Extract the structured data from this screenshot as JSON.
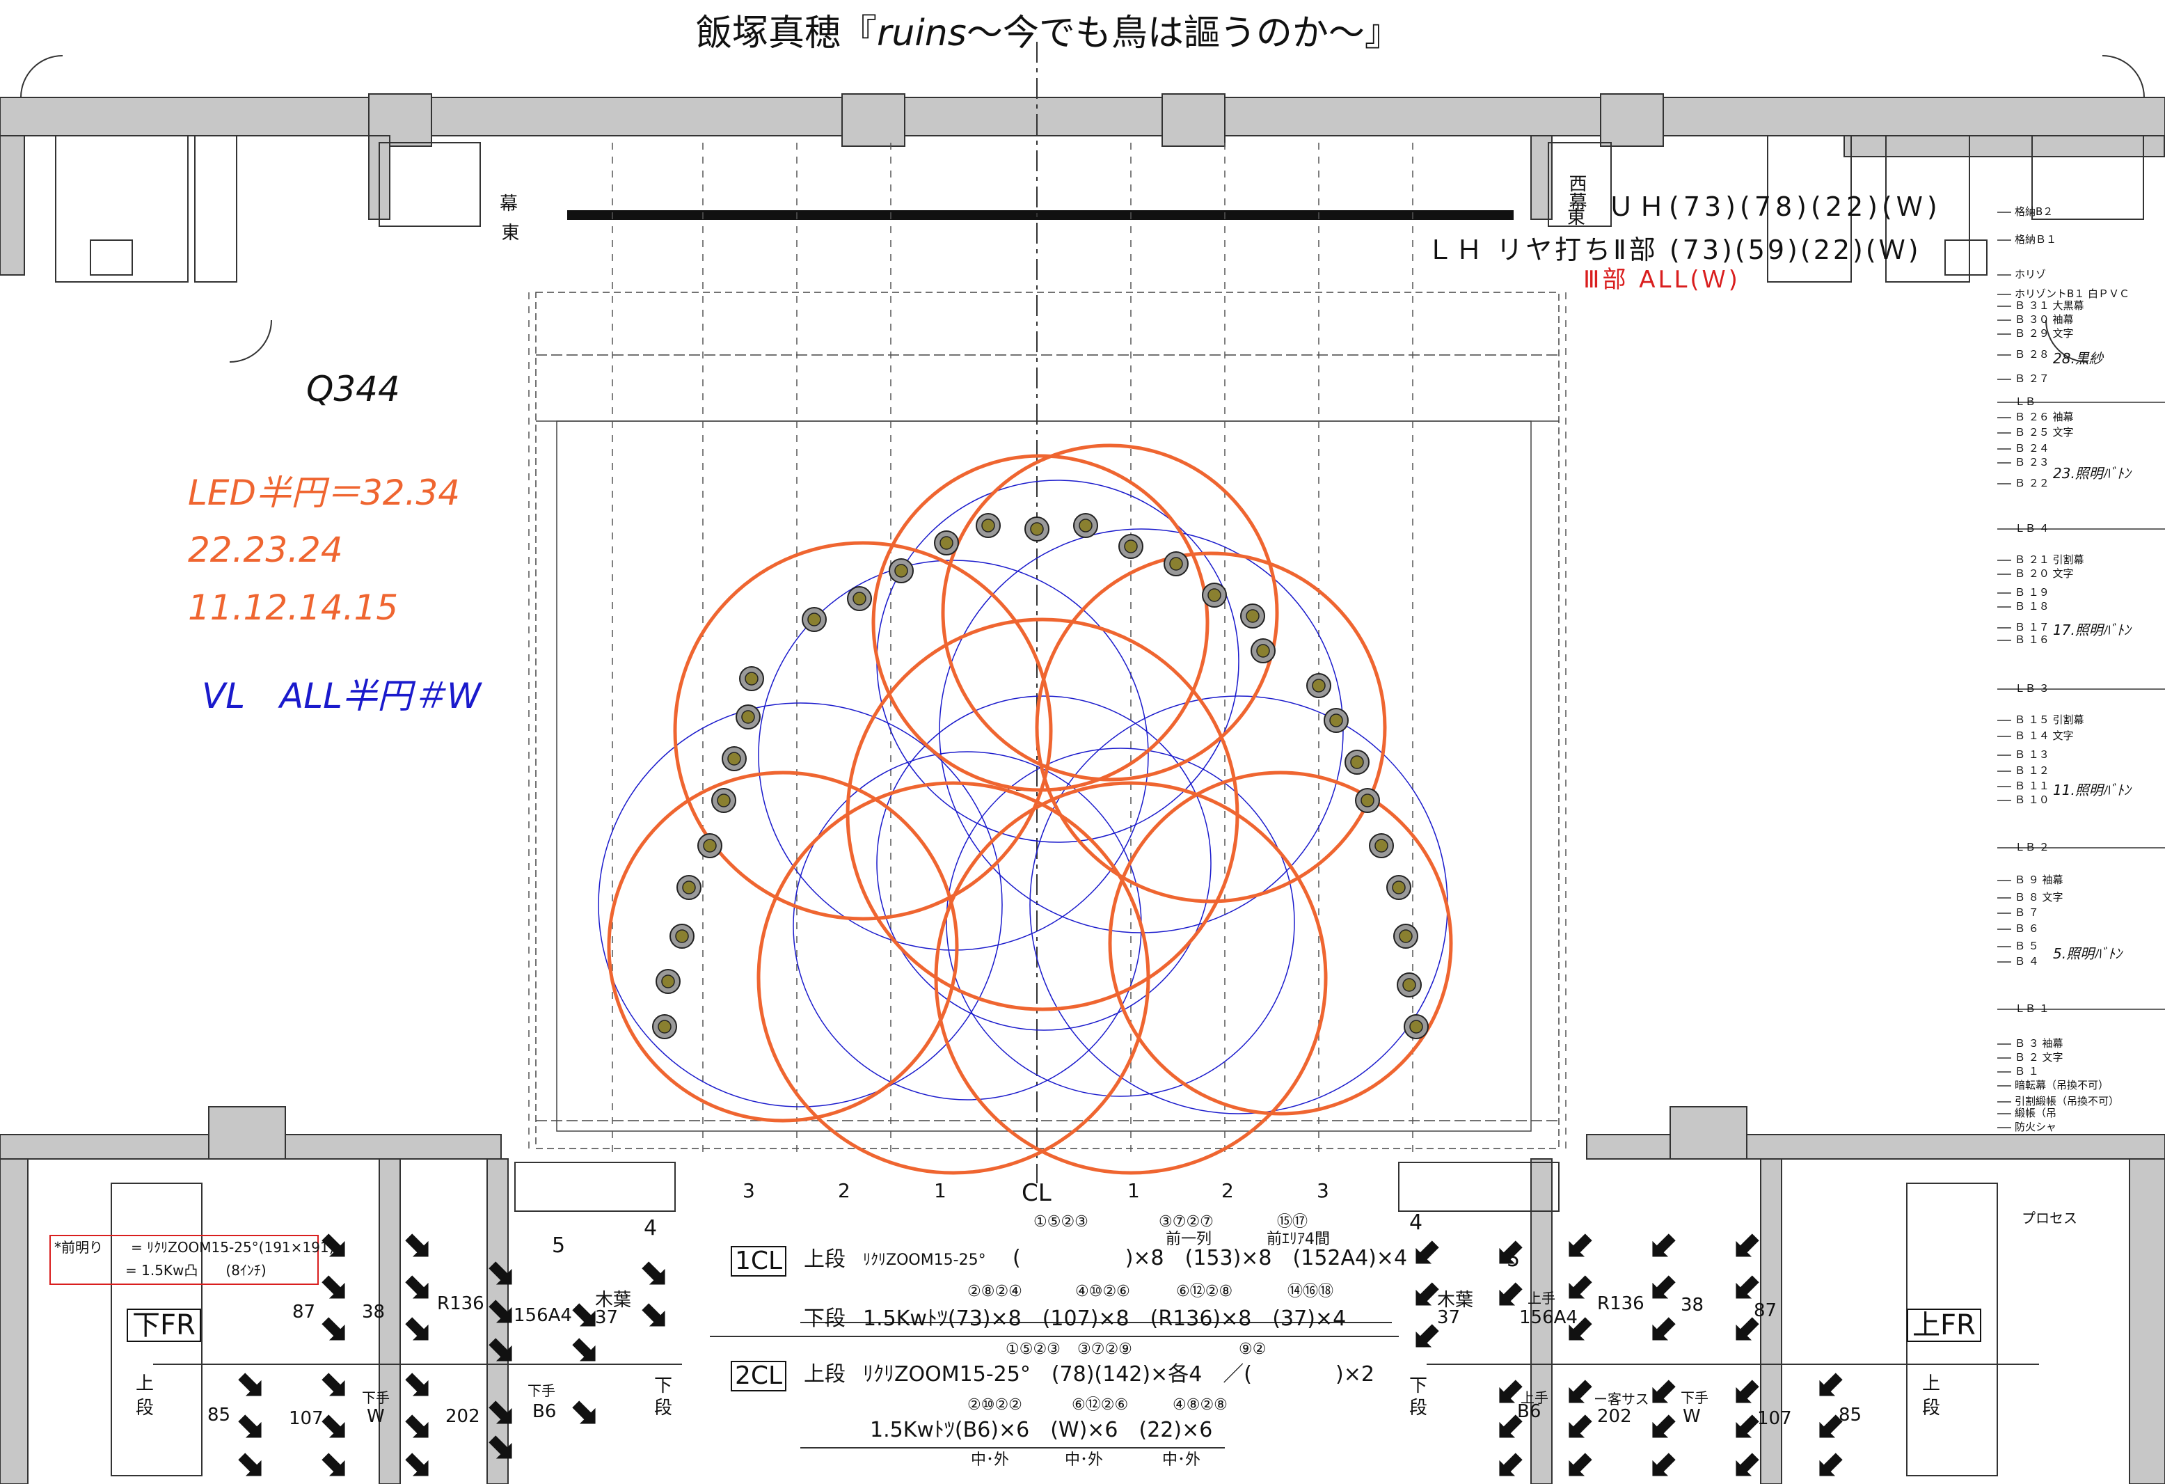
{
  "title": {
    "prefix": "飯塚真穂『",
    "italic": "ruins",
    "suffix": "～今でも鳥は謳うのか～』"
  },
  "cue_number": "Q344",
  "led_note": {
    "line1": "LED半円＝32.34",
    "line2": "22.23.24",
    "line3": "11.12.14.15"
  },
  "vl_note": "VL　ALL半円＃W",
  "upper_right": {
    "uh": "ＵＨ(73)(78)(22)(Ｗ)",
    "lh": "ＬＨ リヤ打ちⅡ部 (73)(59)(22)(Ｗ)",
    "part3": "Ⅲ部 ALL(Ｗ)"
  },
  "side_labels": {
    "east_left": "東",
    "curtain_left": "幕",
    "east_right": "東",
    "west_right": "西幕"
  },
  "batten_list": {
    "items": [
      "格納B２",
      "格納Ｂ１",
      "ホリゾ",
      "ホリゾントB１ 白ＰＶＣ",
      "Ｂ ３１ 大黒幕",
      "Ｂ ３０ 袖幕",
      "Ｂ ２９ 文字",
      "Ｂ ２８",
      "Ｂ ２７",
      "ＬＢ",
      "Ｂ ２６ 袖幕",
      "Ｂ ２５ 文字",
      "Ｂ ２４",
      "Ｂ ２３",
      "Ｂ ２２",
      "ＬＢ ４",
      "Ｂ ２１ 引割幕",
      "Ｂ ２０ 文字",
      "Ｂ １９",
      "Ｂ １８",
      "Ｂ １７",
      "Ｂ １６",
      "ＬＢ ３",
      "Ｂ １５ 引割幕",
      "Ｂ １４ 文字",
      "Ｂ １３",
      "Ｂ １２",
      "Ｂ １１",
      "Ｂ １０",
      "ＬＢ ２",
      "Ｂ ９ 袖幕",
      "Ｂ ８ 文字",
      "Ｂ ７",
      "Ｂ ６",
      "Ｂ ５",
      "Ｂ ４",
      "ＬＢ １",
      "Ｂ ３ 袖幕",
      "Ｂ ２ 文字",
      "Ｂ １",
      "暗転幕（吊換不可）",
      "引割緞帳（吊換不可）",
      "緞帳（吊",
      "防火シャ"
    ],
    "callouts": [
      "28.黒紗",
      "23.照明ﾊﾞﾄﾝ",
      "17.照明ﾊﾞﾄﾝ",
      "11.照明ﾊﾞﾄﾝ",
      "5.照明ﾊﾞﾄﾝ"
    ]
  },
  "stage_numbers": [
    "3",
    "2",
    "1",
    "CL",
    "1",
    "2",
    "3"
  ],
  "side_numbers": {
    "left4": "4",
    "left5": "5",
    "right4": "4",
    "right5": "5"
  },
  "legend": {
    "row1": "*前明り　　= ﾘｸﾘZOOM15-25°(191×191)",
    "row2": "= 1.5Kw凸　　(8ｲﾝﾁ)"
  },
  "fr_labels": {
    "left": "下FR",
    "right": "上FR"
  },
  "left_booth": {
    "upper": "上",
    "dan": "段",
    "n87": "87",
    "n38": "38",
    "r136": "R136",
    "a156": "156A4",
    "kiba": "木葉",
    "n37": "37",
    "n85": "85",
    "n107": "107",
    "shimote": "下手",
    "w": "W",
    "n202": "202",
    "b6": "B6",
    "shimote2": "下手",
    "shita": "下",
    "dan2": "段"
  },
  "right_booth": {
    "kiba": "木葉",
    "n37": "37",
    "kamite": "上手",
    "a156": "156A4",
    "r136": "R136",
    "n38": "38",
    "n87": "87",
    "shita": "下",
    "dan": "段",
    "kamite2": "上手",
    "b6": "B6",
    "kyaku": "ー客サス",
    "n202": "202",
    "shimote": "下手",
    "w": "W",
    "n107": "107",
    "n85": "85",
    "upper": "上",
    "dan2": "段",
    "prose": "プロセス"
  },
  "cl_table": {
    "cl1": "1CL",
    "cl1_upper_label": "上段",
    "cl1_upper_fix": "ﾘｸﾘZOOM15-25°",
    "cl1_upper_row": "(　　　　　)×8　(153)×8　(152A4)×4",
    "cl1_upper_notes": [
      "①⑤②③",
      "③⑦②⑦",
      "⑮⑰",
      "前一列",
      "前ｴﾘｱ4間"
    ],
    "cl1_lower_label": "下段",
    "cl1_lower_row": "1.5Kwﾄﾂ(73)×8　(107)×8　(R136)×8　(37)×4",
    "cl1_lower_notes": [
      "②⑧②④",
      "④⑩②⑥",
      "⑥⑫②⑧",
      "⑭⑯⑱"
    ],
    "cl2": "2CL",
    "cl2_upper_label": "上段",
    "cl2_upper_row": "ﾘｸﾘZOOM15-25°　(78)(142)×各4　／(　　　　)×2",
    "cl2_upper_notes": [
      "①⑤②③",
      "③⑦②⑨",
      "⑨②"
    ],
    "cl2_lower_row": "1.5Kwﾄﾂ(B6)×6　(W)×6　(22)×6",
    "cl2_lower_notes": [
      "②⑩②②",
      "⑥⑫②⑥",
      "④⑧②⑧"
    ],
    "cl2_footer": [
      "中･外",
      "中･外",
      "中･外"
    ]
  },
  "colors": {
    "led_circle": "#ef6530",
    "vl_circle": "#1a1acc",
    "wall": "#c7c7c7",
    "part3_red": "#d91e1e"
  }
}
